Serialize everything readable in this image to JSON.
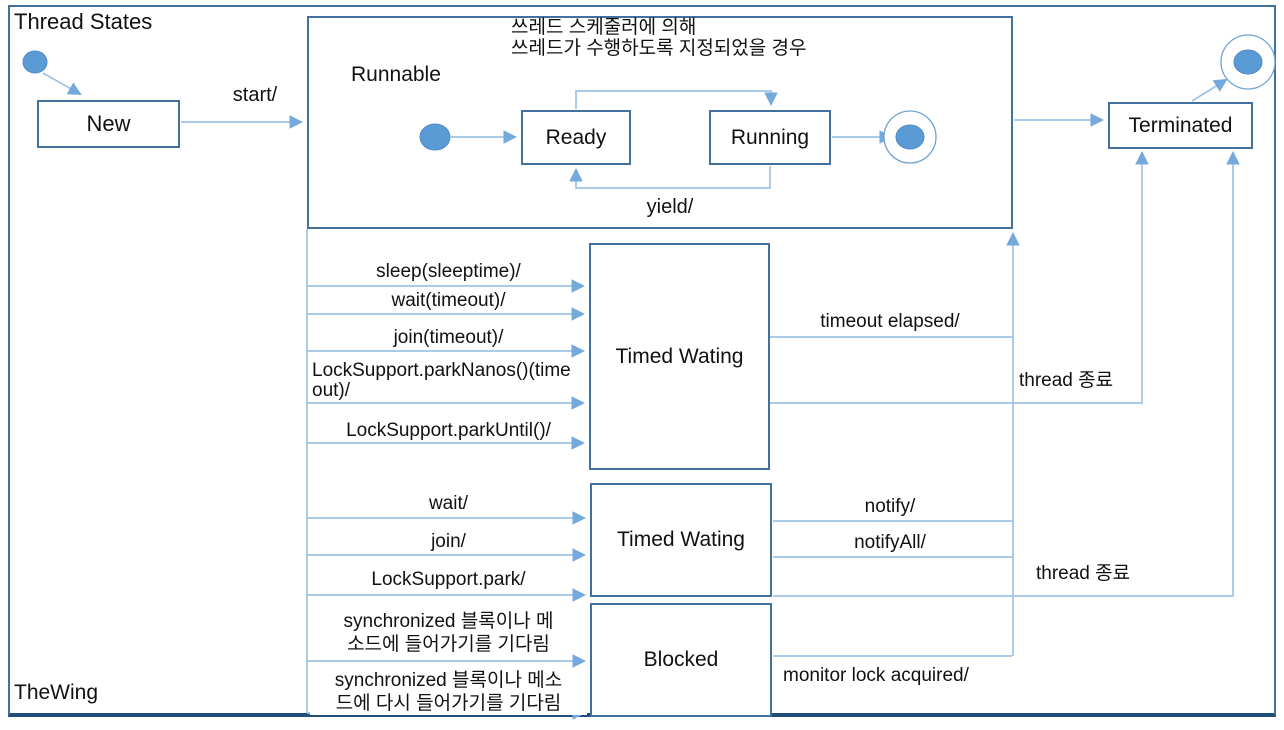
{
  "diagram": {
    "title": "Thread States",
    "credit": "TheWing",
    "states": {
      "new": "New",
      "runnable": "Runnable",
      "ready": "Ready",
      "running": "Running",
      "terminated": "Terminated",
      "timed_waiting_1": "Timed Wating",
      "timed_waiting_2": "Timed Wating",
      "blocked": "Blocked"
    },
    "notes": {
      "scheduler_note": "쓰레드 스케줄러에 의해\n쓰레드가 수행하도록 지정되었을 경우"
    },
    "transitions": {
      "start": "start/",
      "yield": "yield/",
      "sleep": "sleep(sleeptime)/",
      "wait_timeout": "wait(timeout)/",
      "join_timeout": "join(timeout)/",
      "park_nanos": "LockSupport.parkNanos()(timeout)/",
      "park_until": "LockSupport.parkUntil()/",
      "timeout_elapsed": "timeout elapsed/",
      "thread_end_1": "thread 종료",
      "wait": "wait/",
      "join": "join/",
      "park": "LockSupport.park/",
      "notify": "notify/",
      "notify_all": "notifyAll/",
      "thread_end_2": "thread 종료",
      "sync_enter": "synchronized 블록이나 메\n소드에 들어가기를 기다림",
      "sync_reenter": "synchronized 블록이나 메소\n드에 다시 들어가기를 기다림",
      "monitor_lock": "monitor lock acquired/"
    },
    "colors": {
      "box_border": "#41719C",
      "connector": "#9DC3E6",
      "arrowhead": "#74A9DB",
      "node_fill": "#5B9BD5",
      "frame_bottom": "#1F4E79",
      "text": "#111111"
    }
  }
}
